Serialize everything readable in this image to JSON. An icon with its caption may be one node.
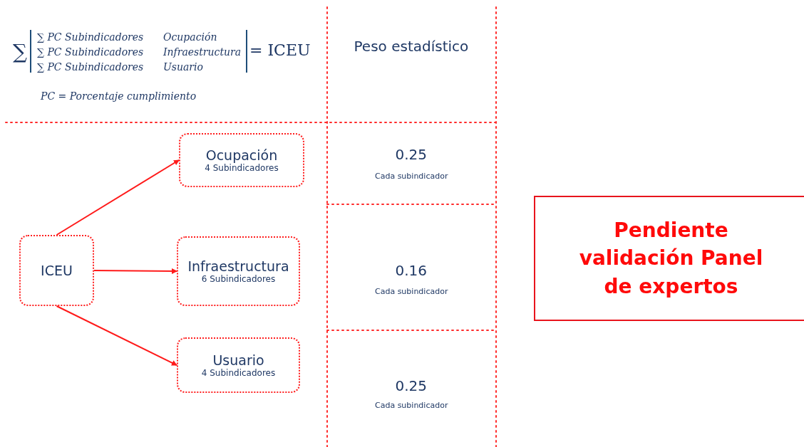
{
  "diagram": {
    "nodes": [
      {
        "text": [
          "ICEU"
        ]
      },
      {
        "text": [
          "Ocupación",
          "4 Subindicadores"
        ]
      },
      {
        "text": [
          "Infraestructura",
          "6 Subindicadores"
        ]
      },
      {
        "text": [
          "Usuario",
          "4 Subindicadores"
        ]
      },
      {
        "text": [
          "Pendiente validación Panel de expertos"
        ]
      }
    ],
    "edges": [
      {
        "from": 0,
        "to": 1,
        "arrow": "to"
      },
      {
        "from": 0,
        "to": 2,
        "arrow": "to"
      },
      {
        "from": 0,
        "to": 3,
        "arrow": "to"
      }
    ],
    "labels": [
      "∑",
      "∑ PC Subindicadores",
      "Ocupación",
      "∑ PC Subindicadores",
      "Infraestructura",
      "∑ PC Subindicadores",
      "Usuario",
      "= ICEU",
      "PC = Porcentaje cumplimiento",
      "Peso estadístico",
      "0.25",
      "Cada subindicador",
      "0.16",
      "Cada subindicador",
      "0.25",
      "Cada subindicador"
    ]
  }
}
